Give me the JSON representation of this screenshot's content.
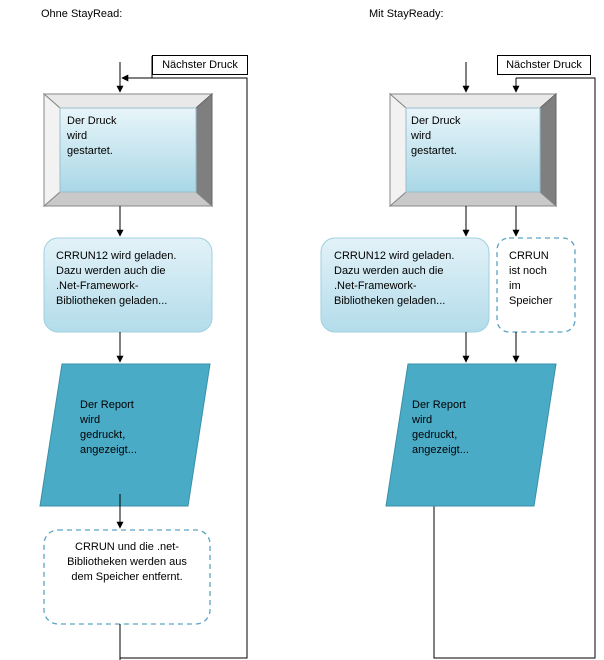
{
  "left": {
    "heading": "Ohne StayRead:",
    "next_print": "Nächster Druck",
    "start": "Der Druck\nwird\ngestartet.",
    "load": "CRRUN12 wird geladen.\nDazu werden auch  die\n.Net-Framework-\nBibliotheken geladen...",
    "report": "Der Report\nwird\ngedruckt,\nangezeigt...",
    "unload": "CRRUN und die .net-\nBibliotheken werden aus\ndem Speicher entfernt."
  },
  "right": {
    "heading": "Mit StayReady:",
    "next_print": "Nächster Druck",
    "start": "Der Druck\nwird\ngestartet.",
    "load": "CRRUN12 wird geladen.\nDazu werden auch  die\n.Net-Framework-\nBibliotheken geladen...",
    "in_memory": "CRRUN\nist noch\nim\nSpeicher",
    "report": "Der Report\nwird\ngedruckt,\nangezeigt..."
  },
  "colors": {
    "box_light": "#d9eef5",
    "box_mid": "#c4e3ee",
    "parallelogram": "#4aabc6",
    "dashed_border": "#5ba3c4",
    "bevel_dark": "#8a8a8a",
    "bevel_light": "#e6e6e6"
  }
}
